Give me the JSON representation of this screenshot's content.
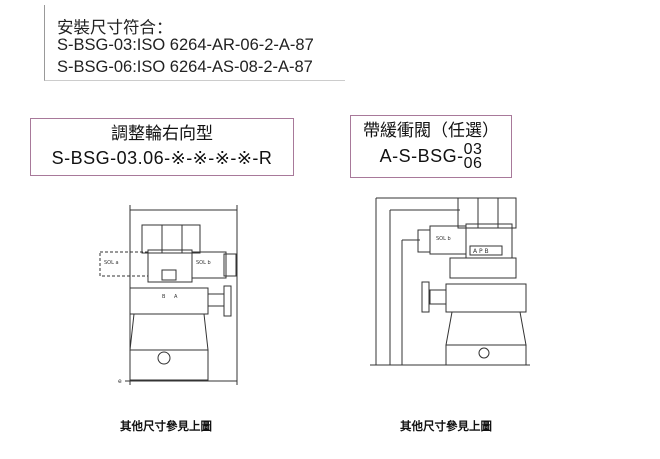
{
  "spec": {
    "heading": "安裝尺寸符合：",
    "lines": [
      "S-BSG-03:ISO 6264-AR-06-2-A-87",
      "S-BSG-06:ISO 6264-AS-08-2-A-87"
    ]
  },
  "left_box": {
    "title": "調整輪右向型",
    "model": "S-BSG-03.06-※-※-※-※-R"
  },
  "right_box": {
    "title": "帶緩衝閥（任選）",
    "model_prefix": "A-S-BSG-",
    "model_top": "03",
    "model_bottom": "06"
  },
  "left_drawing": {
    "sol_a": "SOL a",
    "sol_b": "SOL b",
    "port_b": "B",
    "port_a": "A",
    "dim_e": "e"
  },
  "right_drawing": {
    "sol_b": "SOL b",
    "plate": "A P B"
  },
  "notes": {
    "left": "其他尺寸參見上圖",
    "right": "其他尺寸參見上圖"
  }
}
